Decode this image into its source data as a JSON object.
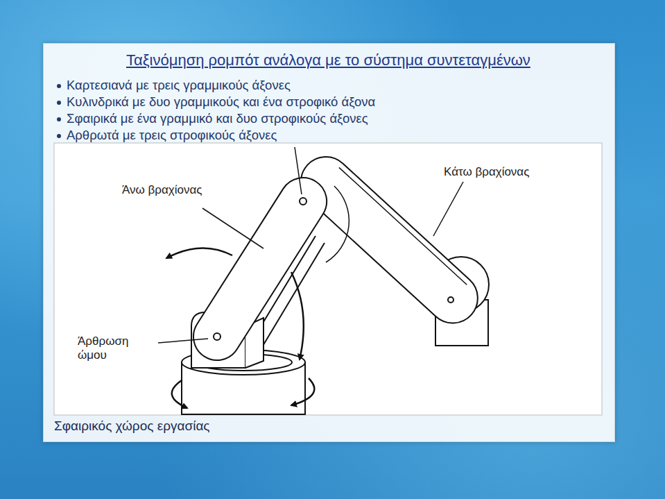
{
  "diagram": {
    "title": "Ταξινόμηση ρομπότ ανάλογα με το σύστημα συντεταγμένων",
    "caption": "Σφαιρικός χώρος εργασίας",
    "labels": [
      "Καρτεσιανά με τρεις γραμμικούς άξονες",
      "Κυλινδρικά με δυο γραμμικούς και ένα στροφικό άξονα",
      "Σφαιρικά με ένα γραμμικό και δυο στροφικούς άξονες",
      "Αρθρωτά με τρεις στροφικούς άξονες",
      "Άνω βραχίονας",
      "Κάτω βραχίονας",
      "Άρθρωση ώμου"
    ]
  }
}
